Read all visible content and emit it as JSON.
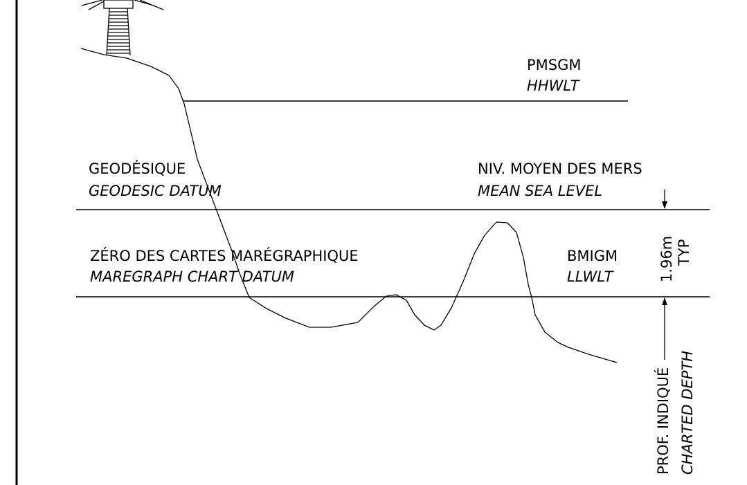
{
  "hhwlt": {
    "fr": "PMSGM",
    "en": "HHWLT"
  },
  "msl": {
    "fr": "NIV. MOYEN DES MERS",
    "en": "MEAN SEA LEVEL"
  },
  "geodesic": {
    "fr": "GEODÉSIQUE",
    "en": "GEODESIC DATUM"
  },
  "chart_datum": {
    "fr": "ZÉRO DES CARTES MARÉGRAPHIQUE",
    "en": "MAREGRAPH CHART DATUM"
  },
  "llwlt": {
    "fr": "BMIGM",
    "en": "LLWLT"
  },
  "dimension": {
    "value": "1.96m",
    "note": "TYP"
  },
  "depth": {
    "fr": "PROF. INDIQUÉ",
    "en": "CHARTED DEPTH"
  }
}
